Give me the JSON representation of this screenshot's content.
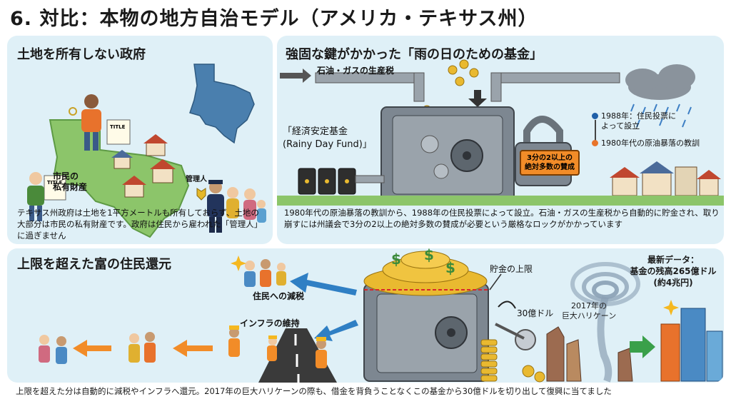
{
  "title": "6. 対比：本物の地方自治モデル（アメリカ・テキサス州）",
  "panel_land": {
    "heading": "土地を所有しない政府",
    "label_private": "市民の\n私有財産",
    "label_manager": "管理人",
    "deed_label": "TITLE",
    "body": "テキサス州政府は土地を1平方メートルも所有しておらず、土地の大部分は市民の私有財産です。政府は住民から雇われた「管理人」に過ぎません"
  },
  "panel_fund": {
    "heading": "強固な鍵がかかった「雨の日のための基金」",
    "pipe_label": "石油・ガスの生産税",
    "fund_name": "「経済安定基金\n(Rainy Day Fund)」",
    "lock_badge": "3分の2以上の\n絶対多数の賛成",
    "timeline": [
      {
        "text": "1988年：住民投票に\nよって設立",
        "color": "#1f5fa8"
      },
      {
        "text": "1980年代の原油暴落の教訓",
        "color": "#e8742a"
      }
    ],
    "body": "1980年代の原油暴落の教訓から、1988年の住民投票によって設立。石油・ガスの生産税から自動的に貯金され、取り崩すには州議会で3分の2以上の絶対多数の賛成が必要という厳格なロックがかかっています"
  },
  "panel_return": {
    "heading": "上限を超えた富の住民還元",
    "tax_cut": "住民への減税",
    "infra": "インフラの維持",
    "cap": "貯金の上限",
    "amount": "30億ドル",
    "hurricane": "2017年の\n巨大ハリケーン",
    "latest": "最新データ：\n基金の残高265億ドル\n(約4兆円)"
  },
  "footer": "上限を超えた分は自動的に減税やインフラへ還元。2017年の巨大ハリケーンの際も、借金を背負うことなくこの基金から30億ドルを切り出して復興に当てました",
  "colors": {
    "panel_bg": "#dff0f7",
    "texas_green": "#8cc56a",
    "arrow_blue": "#2f7fc4",
    "arrow_orange": "#f28c28",
    "vault_gray": "#7d8791"
  }
}
